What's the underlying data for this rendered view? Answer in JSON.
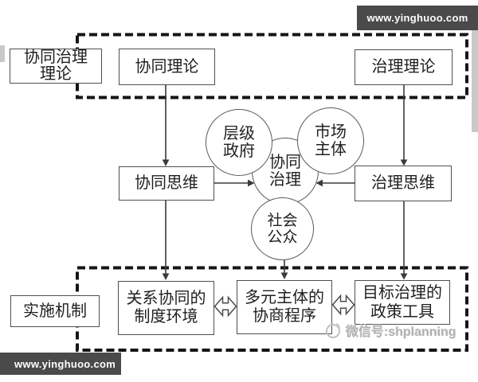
{
  "bars": {
    "top_right": "www.yinghuoo.com",
    "bottom_left": "www.yinghuoo.com"
  },
  "wechat": {
    "label": "微信号:shplanning"
  },
  "boxes": {
    "framework_label": "协同治理\n理论",
    "synergy_theory": "协同理论",
    "governance_theory": "治理理论",
    "synergy_thinking": "协同思维",
    "governance_thinking": "治理思维",
    "mechanism_label": "实施机制",
    "institutional_env": "关系协同的\n制度环境",
    "consultation_procedure": "多元主体的\n协商程序",
    "policy_tools": "目标治理的\n政策工具"
  },
  "circles": {
    "hierarchical_government": "层级\n政府",
    "market_entities": "市场\n主体",
    "collaborative_governance": "协同\n治理",
    "social_public": "社会\n公众"
  },
  "colors": {
    "bar_bg": "#4a4a4a",
    "bar_text": "#ffffff",
    "box_border": "#4f4f4f",
    "dashed_border": "#151515",
    "connector": "#3a3a3a",
    "text": "#1f1f1f",
    "watermark": "#b0b0b0",
    "background": "#ffffff"
  }
}
